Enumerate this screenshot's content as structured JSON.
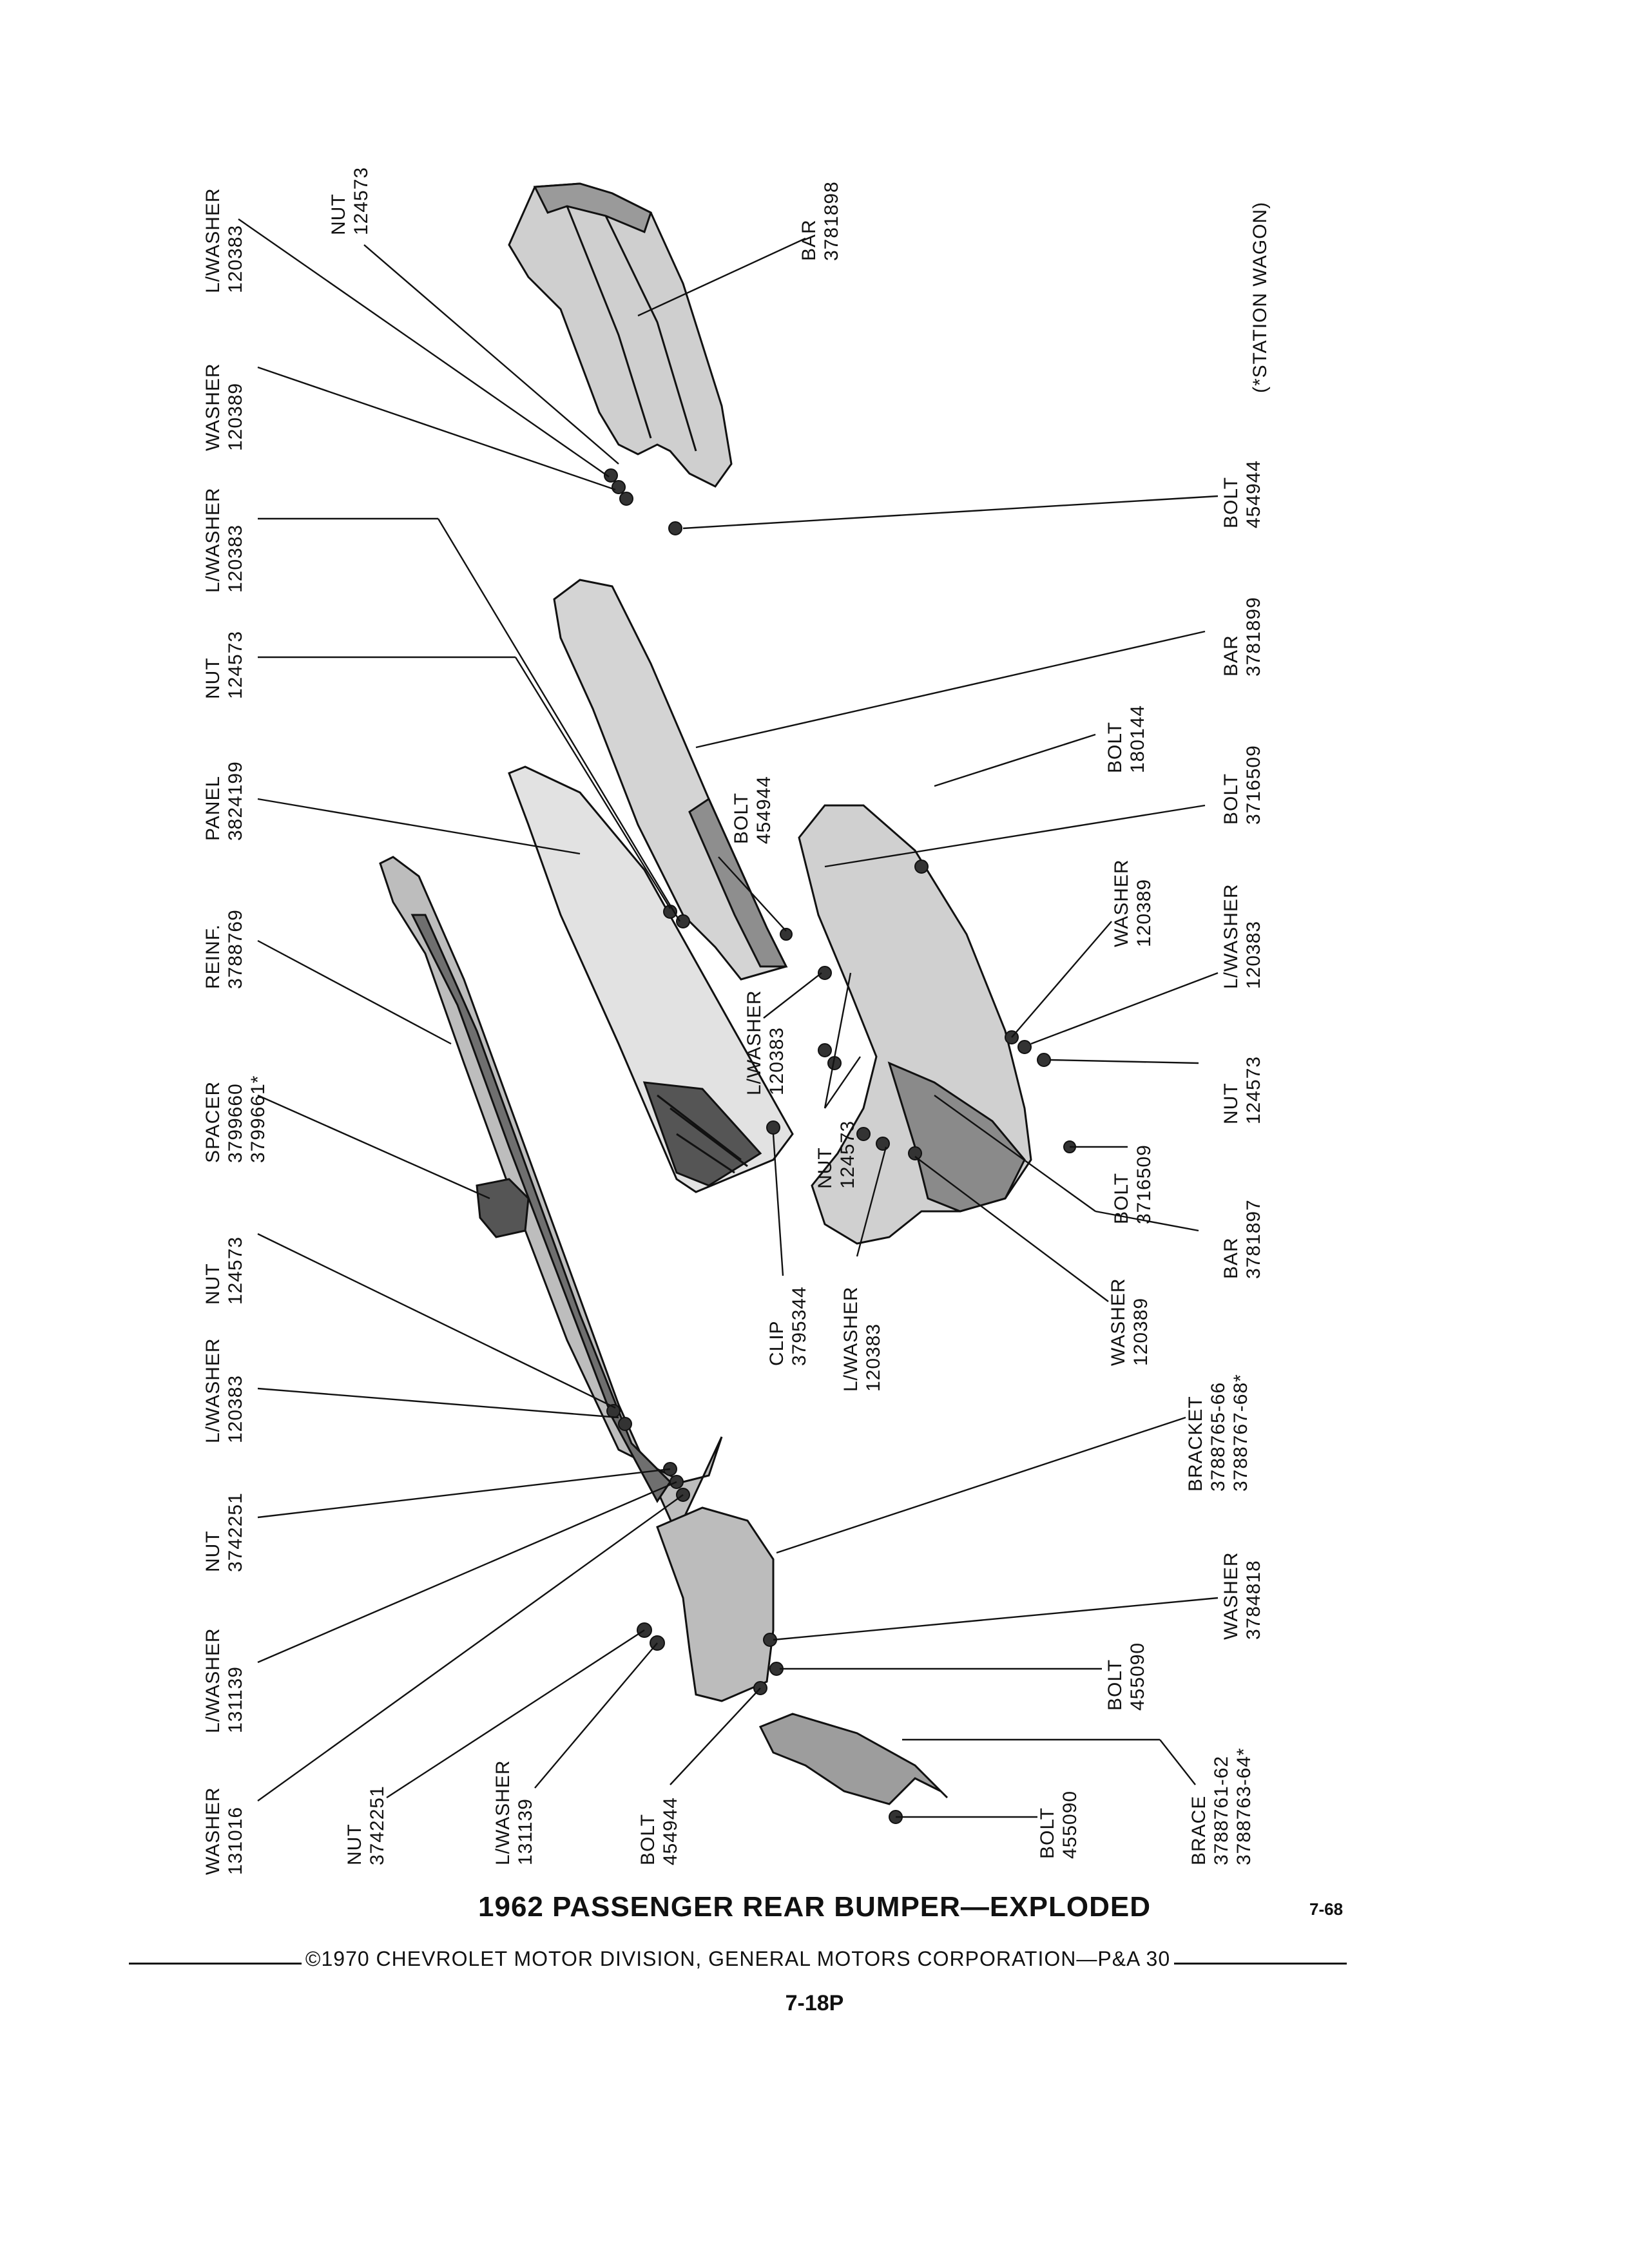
{
  "labels": [
    {
      "id": "lw-120383-a",
      "name": "L/WASHER",
      "num": "120383"
    },
    {
      "id": "nut-124573-a",
      "name": "NUT",
      "num": "124573"
    },
    {
      "id": "bar-3781898",
      "name": "BAR",
      "num": "3781898"
    },
    {
      "id": "washer-120389-a",
      "name": "WASHER",
      "num": "120389"
    },
    {
      "id": "station-wagon-note",
      "name": "(*STATION WAGON)",
      "num": ""
    },
    {
      "id": "lw-120383-b",
      "name": "L/WASHER",
      "num": "120383"
    },
    {
      "id": "bolt-454944-a",
      "name": "BOLT",
      "num": "454944"
    },
    {
      "id": "nut-124573-b",
      "name": "NUT",
      "num": "124573"
    },
    {
      "id": "bar-3781899",
      "name": "BAR",
      "num": "3781899"
    },
    {
      "id": "panel-3824199",
      "name": "PANEL",
      "num": "3824199"
    },
    {
      "id": "bolt-454944-b",
      "name": "BOLT",
      "num": "454944"
    },
    {
      "id": "bolt-180144",
      "name": "BOLT",
      "num": "180144"
    },
    {
      "id": "bolt-3716509-a",
      "name": "BOLT",
      "num": "3716509"
    },
    {
      "id": "reinf-3788769",
      "name": "REINF.",
      "num": "3788769"
    },
    {
      "id": "washer-120389-b",
      "name": "WASHER",
      "num": "120389"
    },
    {
      "id": "lw-120383-c",
      "name": "L/WASHER",
      "num": "120383"
    },
    {
      "id": "lw-120383-d",
      "name": "L/WASHER",
      "num": "120383"
    },
    {
      "id": "spacer-3799660",
      "name": "SPACER",
      "num": "3799660",
      "num2": "3799661*"
    },
    {
      "id": "nut-124573-c",
      "name": "NUT",
      "num": "124573"
    },
    {
      "id": "nut-124573-d",
      "name": "NUT",
      "num": "124573"
    },
    {
      "id": "bolt-3716509-b",
      "name": "BOLT",
      "num": "3716509"
    },
    {
      "id": "nut-124573-e",
      "name": "NUT",
      "num": "124573"
    },
    {
      "id": "bar-3781897",
      "name": "BAR",
      "num": "3781897"
    },
    {
      "id": "clip-3795344",
      "name": "CLIP",
      "num": "3795344"
    },
    {
      "id": "lw-120383-e",
      "name": "L/WASHER",
      "num": "120383"
    },
    {
      "id": "washer-120389-c",
      "name": "WASHER",
      "num": "120389"
    },
    {
      "id": "lw-120383-f",
      "name": "L/WASHER",
      "num": "120383"
    },
    {
      "id": "bracket-3788765",
      "name": "BRACKET",
      "num": "3788765-66",
      "num2": "3788767-68*"
    },
    {
      "id": "nut-3742251-a",
      "name": "NUT",
      "num": "3742251"
    },
    {
      "id": "washer-3784818",
      "name": "WASHER",
      "num": "3784818"
    },
    {
      "id": "lw-131139-a",
      "name": "L/WASHER",
      "num": "131139"
    },
    {
      "id": "bolt-455090-a",
      "name": "BOLT",
      "num": "455090"
    },
    {
      "id": "washer-131016",
      "name": "WASHER",
      "num": "131016"
    },
    {
      "id": "nut-3742251-b",
      "name": "NUT",
      "num": "3742251"
    },
    {
      "id": "lw-131139-b",
      "name": "L/WASHER",
      "num": "131139"
    },
    {
      "id": "bolt-454944-c",
      "name": "BOLT",
      "num": "454944"
    },
    {
      "id": "bolt-455090-b",
      "name": "BOLT",
      "num": "455090"
    },
    {
      "id": "brace-3788761",
      "name": "BRACE",
      "num": "3788761-62",
      "num2": "3788763-64*"
    }
  ],
  "footer": {
    "title": "1962 PASSENGER REAR BUMPER—EXPLODED",
    "page_code": "7-68",
    "copyright": "©1970 CHEVROLET MOTOR DIVISION, GENERAL MOTORS CORPORATION—P&A 30",
    "page_number": "7-18P"
  }
}
